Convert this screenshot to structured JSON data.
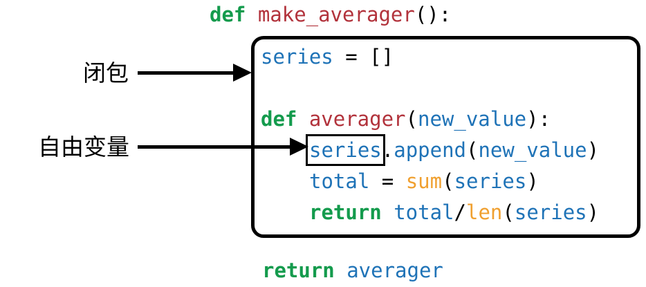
{
  "diagram": {
    "header": {
      "keyword": "def ",
      "name": "make_averager",
      "punctuation": "():"
    },
    "box": {
      "line1": {
        "variable": "series",
        "rest": " = []"
      },
      "line3": {
        "keyword": "def ",
        "name": "averager",
        "paren_open": "(",
        "param": "new_value",
        "paren_close": "):"
      },
      "line4": {
        "boxed_variable": "series",
        "dot": ".",
        "method": "append",
        "paren_open": "(",
        "param": "new_value",
        "paren_close": ")"
      },
      "line5": {
        "variable": "total",
        "equals": " = ",
        "builtin": "sum",
        "paren_open": "(",
        "arg": "series",
        "paren_close": ")"
      },
      "line6": {
        "keyword": "return ",
        "variable": "total",
        "slash": "/",
        "builtin": "len",
        "paren_open": "(",
        "arg": "series",
        "paren_close": ")"
      }
    },
    "footer": {
      "keyword": "return ",
      "name": "averager"
    }
  },
  "annotations": {
    "closure_label": "闭包",
    "free_variable_label": "自由变量"
  },
  "colors": {
    "keyword_green": "#149b4d",
    "function_red": "#b2333c",
    "identifier_blue": "#1f73b7",
    "builtin_orange": "#f0a030",
    "text_black": "#000000",
    "background": "#ffffff"
  }
}
